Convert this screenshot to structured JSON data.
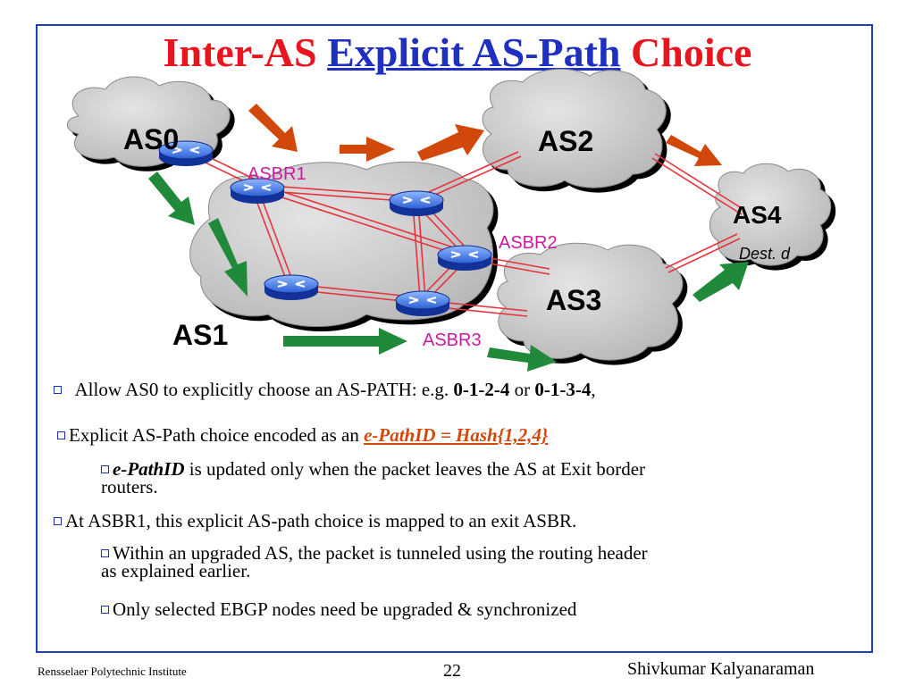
{
  "slide": {
    "title_part1": "Inter-AS",
    "title_part2": "Explicit AS-Path",
    "title_part3": "Choice",
    "colors": {
      "title_red": "#e8141e",
      "title_blue": "#1f2fbf",
      "frame": "#1c3fbf",
      "link": "#e8323c",
      "arrow_orange": "#d2480a",
      "arrow_green": "#218a3a",
      "asbr_label": "#cc1aa0",
      "cloud": "#c8c8c8"
    }
  },
  "diagram": {
    "as_labels": [
      "AS0",
      "AS1",
      "AS2",
      "AS3",
      "AS4"
    ],
    "asbr_labels": [
      "ASBR1",
      "ASBR2",
      "ASBR3"
    ],
    "dest_label": "Dest. d"
  },
  "bullets": {
    "b1_text": "Allow AS0 to explicitly choose an AS-PATH: e.g. ",
    "b1_path1": "0-1-2-4",
    "b1_or": " or ",
    "b1_path2": "0-1-3-4",
    "b1_end": ",",
    "b2_text": "Explicit AS-Path choice encoded as an ",
    "b2_epath": "e-PathID = Hash{1,2,4}",
    "b3_bold": "e-PathID",
    "b3_text": "  is updated only when the packet leaves the AS at Exit border",
    "b3_line2": "routers.",
    "b4_text": "At ASBR1, this explicit AS-path choice is mapped to an exit ASBR.",
    "b5_text": "Within an upgraded AS, the packet is tunneled using the routing header",
    "b5_line2": "as explained earlier.",
    "b6_text": "Only selected EBGP nodes need be upgraded & synchronized"
  },
  "footer": {
    "institute": "Rensselaer Polytechnic Institute",
    "page": "22",
    "author": "Shivkumar Kalyanaraman"
  }
}
